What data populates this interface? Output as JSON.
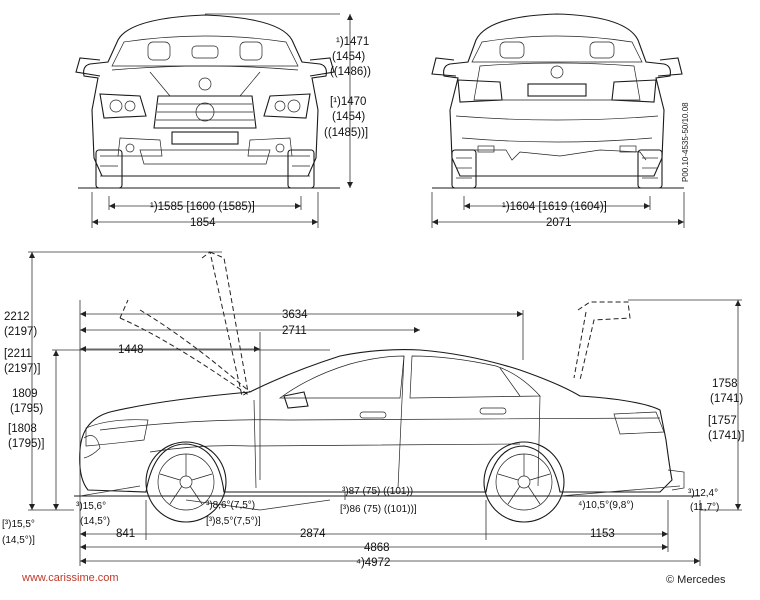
{
  "front_view": {
    "heights": [
      "¹)1471",
      "(1454)",
      "((1486))",
      "[¹)1470",
      "(1454)",
      "((1485))]"
    ],
    "track": "¹)1585 [1600 (1585)]",
    "width": "1854"
  },
  "rear_view": {
    "track": "¹)1604 [1619 (1604)]",
    "width": "2071",
    "drawing_code": "P00.10-4535-50/10.08"
  },
  "side_view": {
    "total_height_open": [
      "2212",
      "(2197)",
      "[2211",
      "(2197)]"
    ],
    "roof_height": [
      "1809",
      "(1795)",
      "[1808",
      "(1795)]"
    ],
    "trunk_open_height": [
      "1758",
      "(1741)",
      "[1757",
      "(1741)]"
    ],
    "bonnet_to_trunk": "3634",
    "bonnet_to_roof": "2711",
    "front_to_bonnet": "1448",
    "approach_angle": [
      "³)15,6°",
      "(14,5°)"
    ],
    "approach_angle_alt": [
      "[³)15,5°",
      "(14,5°)]"
    ],
    "ramp_angle": "³)8,6°(7,5°)",
    "ramp_angle_alt": "[³)8,5°(7,5°)]",
    "ground_clearance": "³)87 (75) ((101))",
    "ground_clearance_alt": "[³)86 (75) ((101))]",
    "departure_angle": "⁴)10,5°(9,8°)",
    "departure_angle_tow": [
      "³)12,4°",
      "(11,7°)"
    ],
    "front_overhang": "841",
    "wheelbase": "2874",
    "rear_overhang": "1153",
    "length": "4868",
    "length_alt": "⁴)4972"
  },
  "footer": {
    "site": "www.carissime.com",
    "copyright": "© Mercedes"
  }
}
